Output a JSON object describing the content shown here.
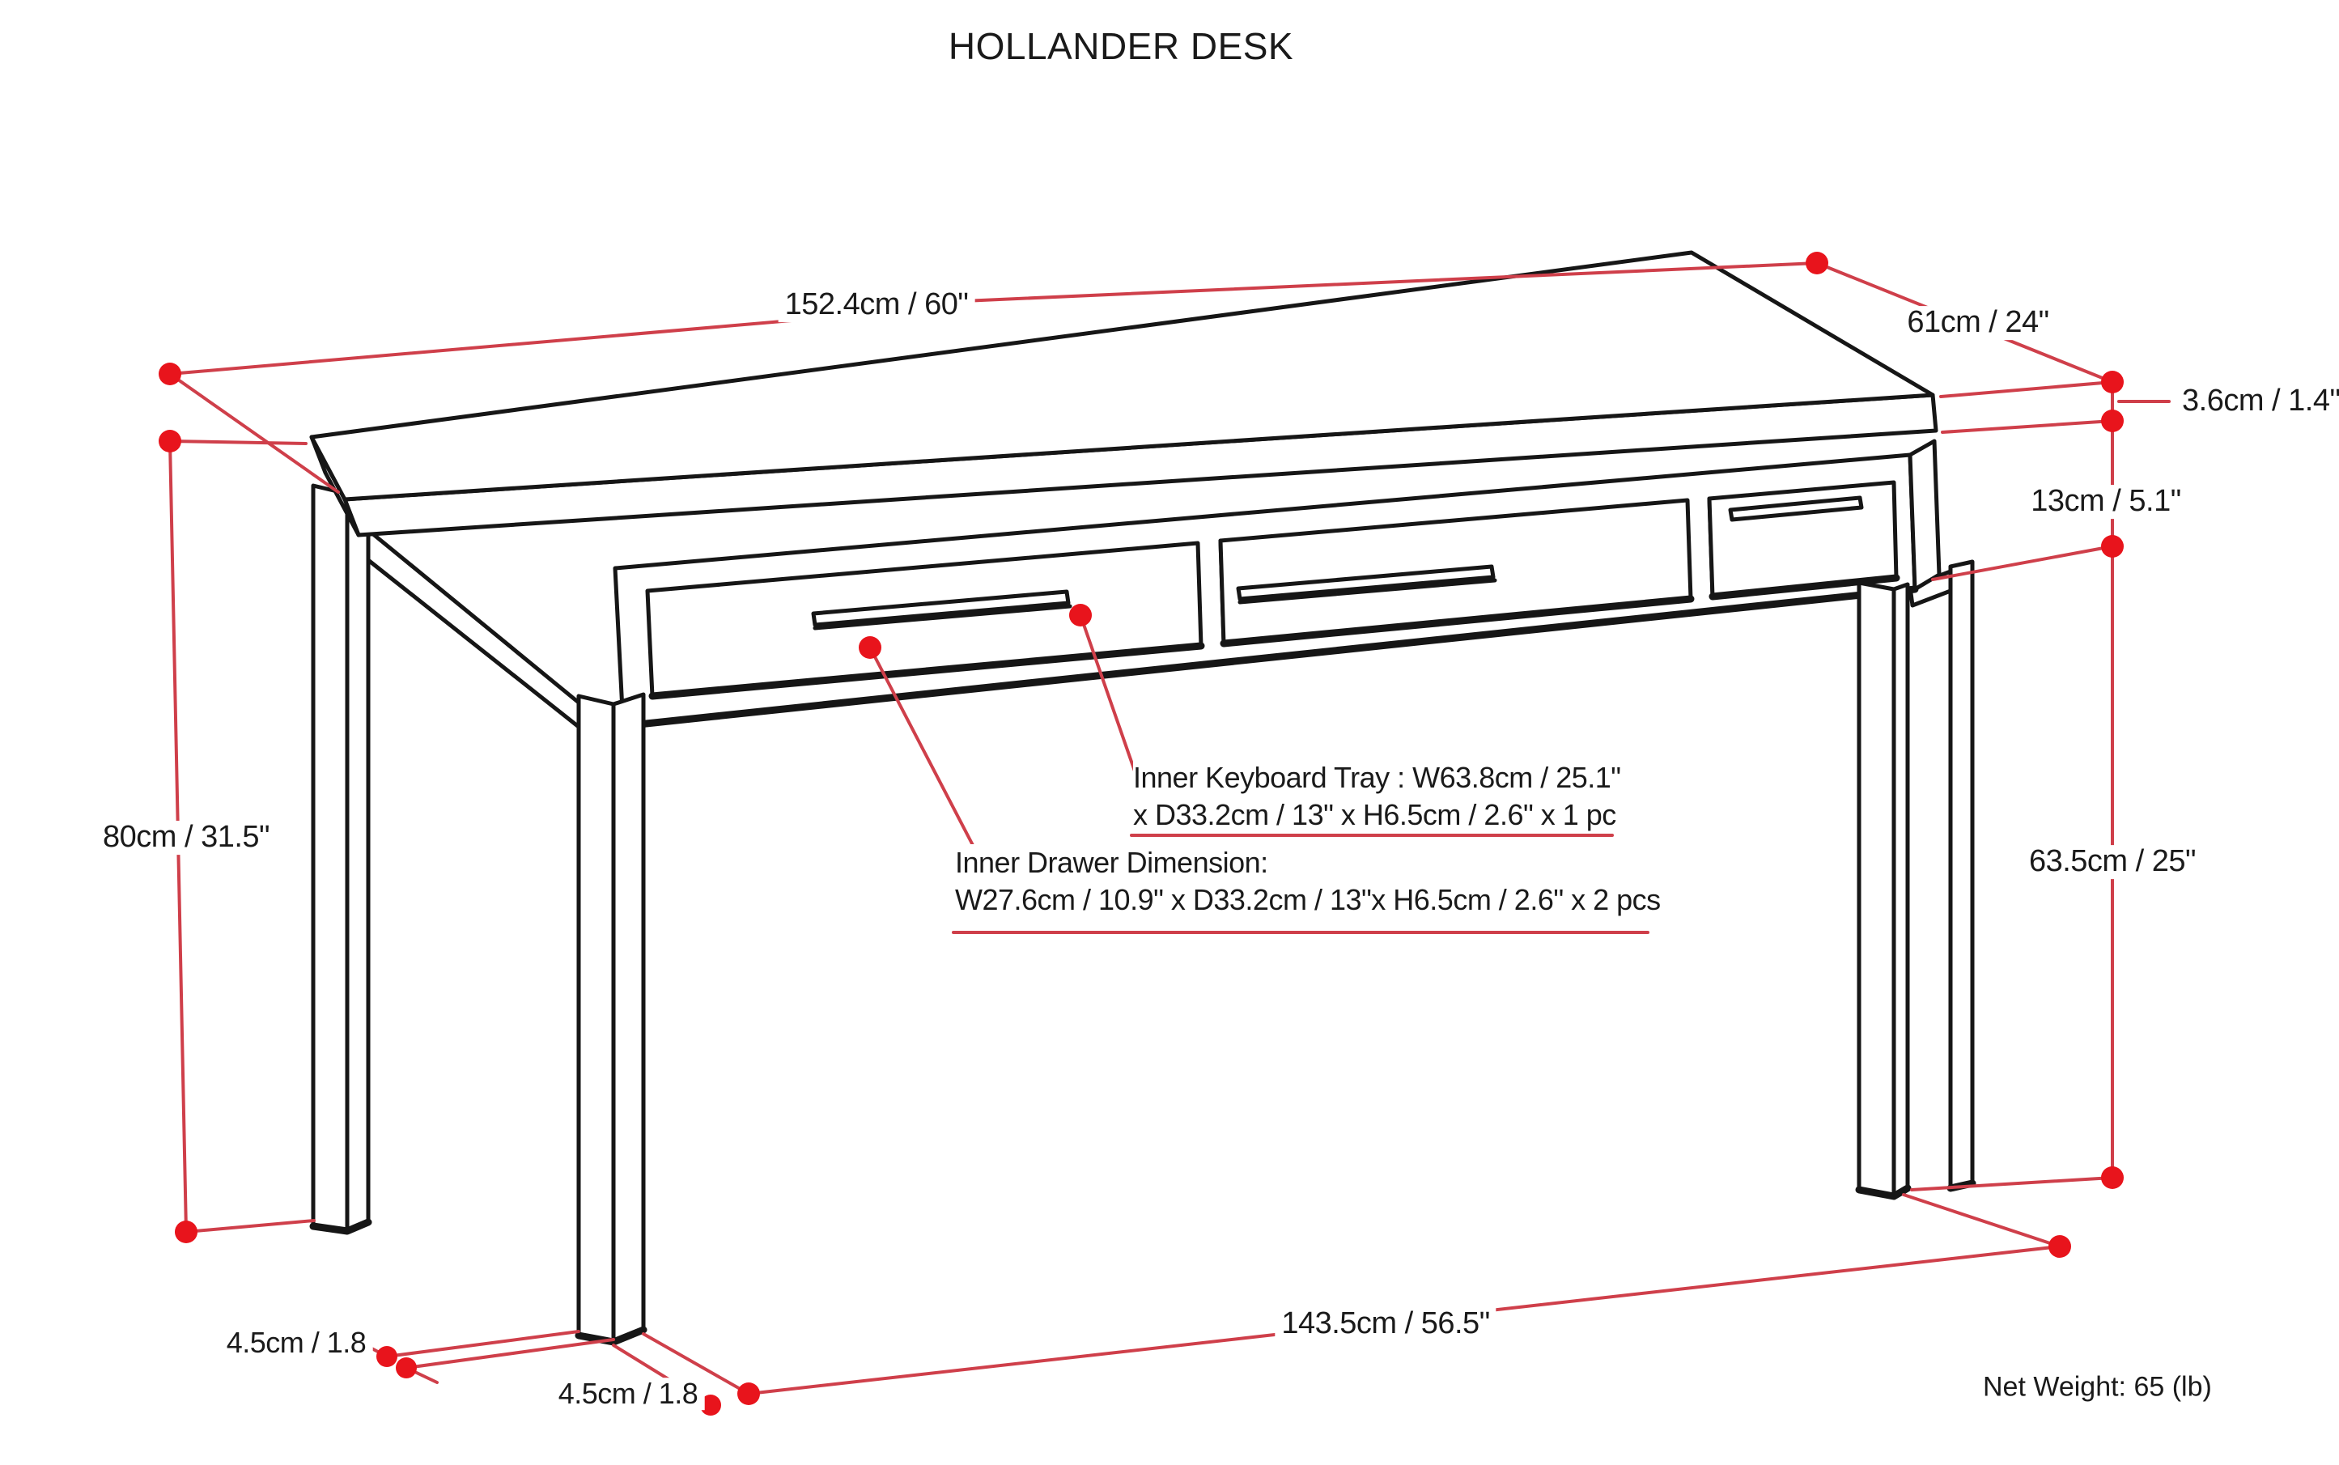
{
  "title": "HOLLANDER DESK",
  "dimensions": {
    "top_width": "152.4cm / 60\"",
    "top_depth": "61cm / 24\"",
    "top_thickness": "3.6cm / 1.4\"",
    "apron_height": "13cm / 5.1\"",
    "overall_height": "80cm / 31.5\"",
    "leg_height": "63.5cm / 25\"",
    "leg_span_width": "143.5cm / 56.5\"",
    "leg_thickness_front": "4.5cm / 1.8",
    "leg_thickness_side": "4.5cm / 1.8"
  },
  "annotations": {
    "keyboard_tray": {
      "line1": "Inner Keyboard Tray : W63.8cm / 25.1\"",
      "line2": "x D33.2cm / 13\" x H6.5cm / 2.6\" x 1 pc"
    },
    "inner_drawer": {
      "line1": "Inner Drawer Dimension:",
      "line2": "W27.6cm / 10.9\" x D33.2cm / 13\"x H6.5cm / 2.6\" x 2 pcs"
    }
  },
  "footer": {
    "net_weight": "Net Weight: 65 (lb)"
  },
  "colors": {
    "dimension_line": "#cf3f4a",
    "dimension_dot": "#e8141c",
    "outline": "#161616",
    "background": "#ffffff"
  }
}
